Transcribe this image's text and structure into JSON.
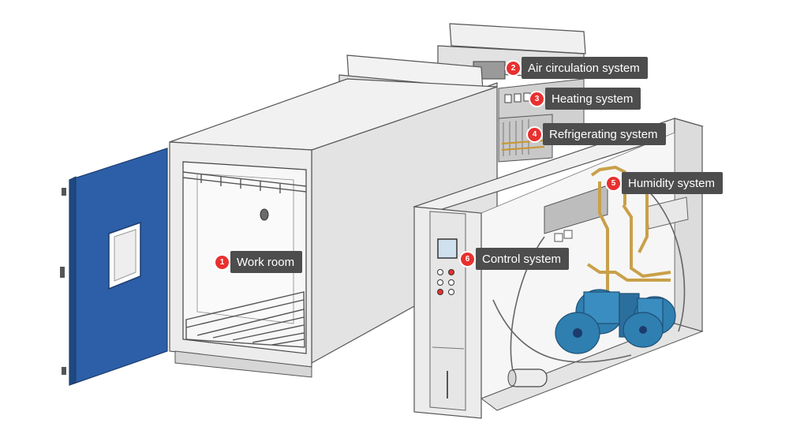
{
  "labels": [
    {
      "number": "1",
      "text": "Work room"
    },
    {
      "number": "2",
      "text": "Air circulation system"
    },
    {
      "number": "3",
      "text": "Heating system"
    },
    {
      "number": "4",
      "text": "Refrigerating system"
    },
    {
      "number": "5",
      "text": "Humidity system"
    },
    {
      "number": "6",
      "text": "Control system"
    }
  ],
  "colors": {
    "door": "#2d5fa8",
    "chamber": "#e6e6e6",
    "label_bg": "#4d4d4d",
    "marker": "#e8302f",
    "motor": "#2f7fb0",
    "piping": "#c9a04a"
  }
}
